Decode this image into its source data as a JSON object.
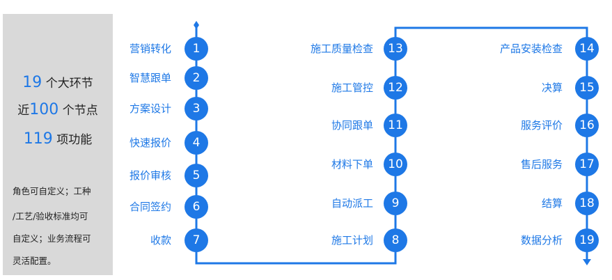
{
  "colors": {
    "accent": "#1e78e6",
    "panel": "#d9d9d9",
    "text": "#222222"
  },
  "summary": {
    "line1_num": "19",
    "line1_text": "个大环节",
    "line2_prefix": "近",
    "line2_num": "100",
    "line2_text": "个节点",
    "line3_num": "119",
    "line3_text": "项功能"
  },
  "note_lines": [
    "角色可自定义；工种",
    "/工艺/验收标准均可",
    "自定义；业务流程可",
    "灵活配置。"
  ],
  "steps": [
    {
      "n": "1",
      "label": "营销转化"
    },
    {
      "n": "2",
      "label": "智慧跟单"
    },
    {
      "n": "3",
      "label": "方案设计"
    },
    {
      "n": "4",
      "label": "快速报价"
    },
    {
      "n": "5",
      "label": "报价审核"
    },
    {
      "n": "6",
      "label": "合同签约"
    },
    {
      "n": "7",
      "label": "收款"
    },
    {
      "n": "8",
      "label": "施工计划"
    },
    {
      "n": "9",
      "label": "自动派工"
    },
    {
      "n": "10",
      "label": "材料下单"
    },
    {
      "n": "11",
      "label": "协同跟单"
    },
    {
      "n": "12",
      "label": "施工管控"
    },
    {
      "n": "13",
      "label": "施工质量检查"
    },
    {
      "n": "14",
      "label": "产品安装检查"
    },
    {
      "n": "15",
      "label": "决算"
    },
    {
      "n": "16",
      "label": "服务评价"
    },
    {
      "n": "17",
      "label": "售后服务"
    },
    {
      "n": "18",
      "label": "结算"
    },
    {
      "n": "19",
      "label": "数据分析"
    }
  ]
}
